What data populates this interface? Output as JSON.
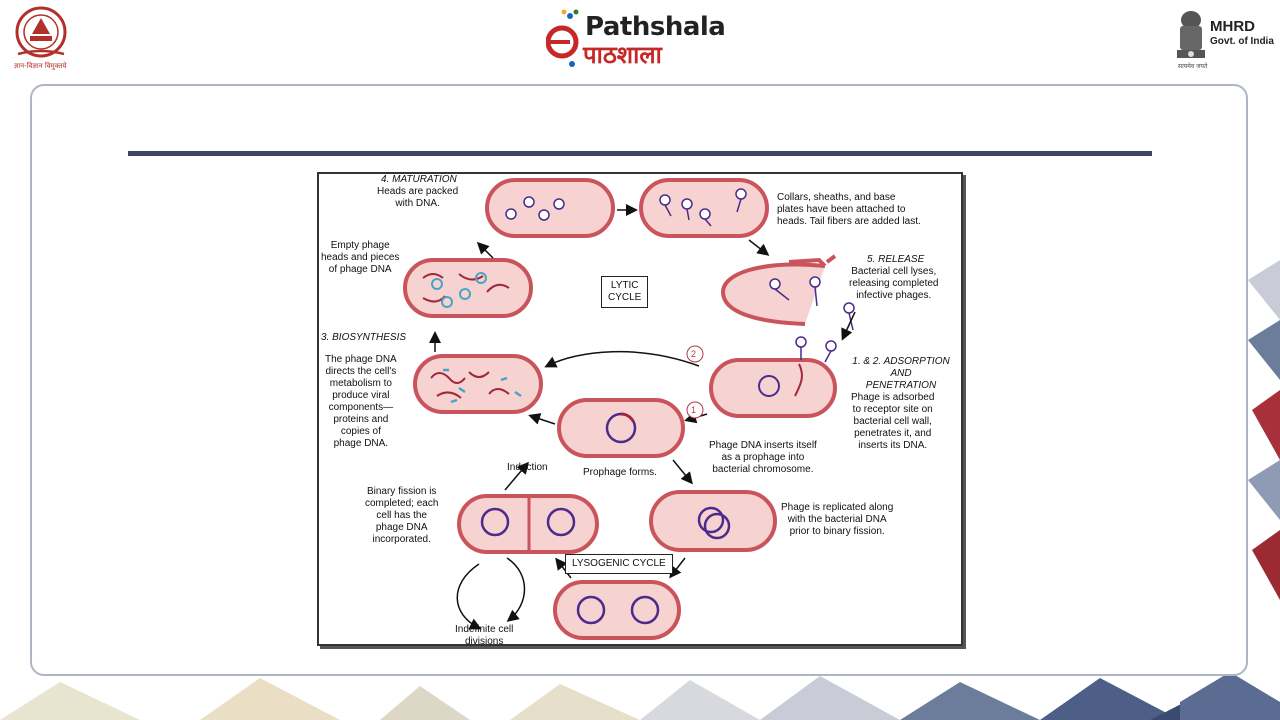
{
  "header": {
    "ugc_tagline": "ज्ञान-विज्ञान विमुक्तये",
    "epathshala_en": "Pathshala",
    "epathshala_hi": "पाठशाला",
    "mhrd_title": "MHRD",
    "mhrd_subtitle": "Govt. of India",
    "mhrd_motto": "सत्यमेव जयते"
  },
  "diagram": {
    "lytic_cycle": "LYTIC\nCYCLE",
    "lysogenic_cycle": "LYSOGENIC CYCLE",
    "maturation_title": "4. MATURATION",
    "maturation_text": "Heads are packed\nwith DNA.",
    "collars_text": "Collars, sheaths, and base\nplates have been attached to\nheads. Tail fibers are added last.",
    "release_title": "5. RELEASE",
    "release_text": "Bacterial cell lyses,\nreleasing completed\ninfective phages.",
    "empty_phage_text": "Empty phage\nheads and pieces\nof phage DNA",
    "biosynthesis_title": "3. BIOSYNTHESIS",
    "biosynthesis_text": "The phage DNA\ndirects the cell's\nmetabolism to\nproduce viral\ncomponents—\nproteins and\ncopies of\nphage DNA.",
    "adsorption_title": "1. & 2. ADSORPTION AND\nPENETRATION",
    "adsorption_text": "Phage is adsorbed\nto receptor site on\nbacterial cell wall,\npenetrates it, and\ninserts its DNA.",
    "step_two": "2",
    "step_one": "1",
    "prophage_insert_text": "Phage DNA inserts itself\nas a prophage into\nbacterial chromosome.",
    "induction": "Induction",
    "prophage_forms": "Prophage forms.",
    "binary_fission_text": "Binary fission is\ncompleted; each\ncell has the\nphage DNA\nincorporated.",
    "replicated_text": "Phage is replicated along\nwith the bacterial DNA\nprior to binary fission.",
    "indefinite_text": "Indefinite cell\ndivisions"
  },
  "colors": {
    "title_rule": "#3f4460",
    "cell_wall": "#c9545c",
    "cell_fill": "#f6d3d0",
    "dna": "#4b2b8c",
    "phage_dna": "#a3263a",
    "fragment": "#4aa3c7"
  }
}
